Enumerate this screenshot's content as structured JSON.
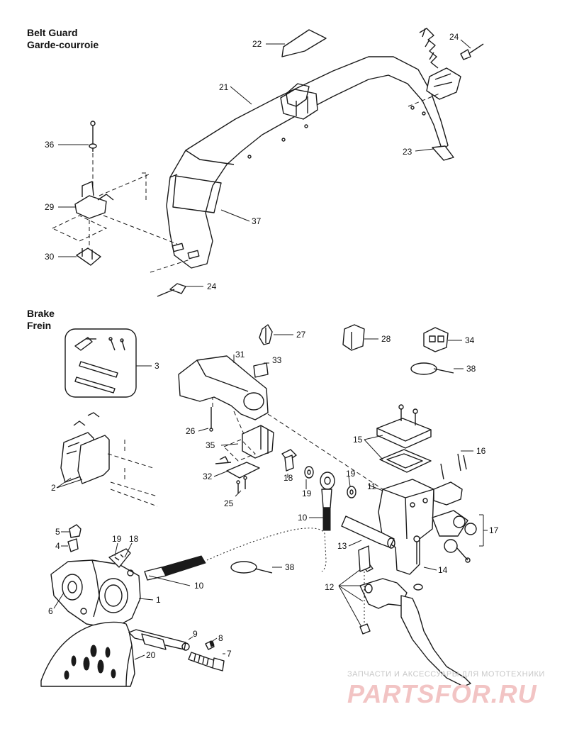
{
  "sections": {
    "belt_guard": {
      "title_en": "Belt Guard",
      "title_fr": "Garde-courroie"
    },
    "brake": {
      "title_en": "Brake",
      "title_fr": "Frein"
    }
  },
  "callouts": {
    "c22": "22",
    "c24a": "24",
    "c21": "21",
    "c36": "36",
    "c23": "23",
    "c29": "29",
    "c37": "37",
    "c30": "30",
    "c24b": "24",
    "c27": "27",
    "c28": "28",
    "c34": "34",
    "c3": "3",
    "c31": "31",
    "c33": "33",
    "c38a": "38",
    "c26": "26",
    "c15": "15",
    "c16": "16",
    "c35": "35",
    "c2": "2",
    "c18a": "18",
    "c19a": "19",
    "c19b": "19",
    "c11": "11",
    "c32": "32",
    "c25": "25",
    "c10a": "10",
    "c17": "17",
    "c5": "5",
    "c4": "4",
    "c19c": "19",
    "c18b": "18",
    "c13": "13",
    "c14": "14",
    "c38b": "38",
    "c10b": "10",
    "c12": "12",
    "c6": "6",
    "c1": "1",
    "c9": "9",
    "c8": "8",
    "c7": "7",
    "c20": "20"
  },
  "watermark": {
    "caption": "ЗАПЧАСТИ И АКСЕССУАРЫ ДЛЯ МОТОТЕХНИКИ",
    "logo": "PARTSFOR.RU"
  }
}
